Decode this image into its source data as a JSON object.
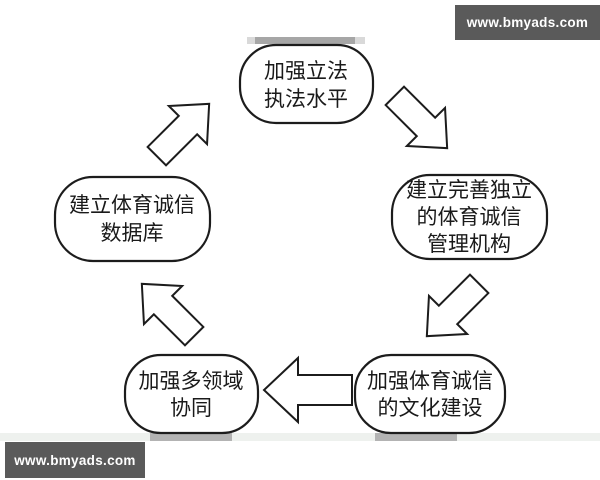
{
  "page": {
    "background": "#ffffff"
  },
  "watermarks": {
    "top_right": "www.bmyads.com",
    "bottom_left": "www.bmyads.com",
    "bg_color": "#5a5a5a",
    "text_color": "#ffffff"
  },
  "diagram": {
    "type": "cycle",
    "direction": "clockwise",
    "node_fill": "#ffffff",
    "node_stroke": "#1c1c1c",
    "nodes": [
      {
        "id": "legislation",
        "position": "top",
        "label": "加强立法执法水平",
        "lines": [
          "加强立法",
          "执法水平"
        ]
      },
      {
        "id": "management",
        "position": "right",
        "label": "建立完善独立的体育诚信管理机构",
        "lines": [
          "建立完善独立",
          "的体育诚信",
          "管理机构"
        ]
      },
      {
        "id": "culture",
        "position": "bottom-right",
        "label": "加强体育诚信的文化建设",
        "lines": [
          "加强体育诚信",
          "的文化建设"
        ]
      },
      {
        "id": "multidomain",
        "position": "bottom-left",
        "label": "加强多领域协同",
        "lines": [
          "加强多领域",
          "协同"
        ]
      },
      {
        "id": "database",
        "position": "left",
        "label": "建立体育诚信数据库",
        "lines": [
          "建立体育诚信",
          "数据库"
        ]
      }
    ],
    "edges": [
      {
        "from": "legislation",
        "to": "management",
        "arrow": "down-right"
      },
      {
        "from": "management",
        "to": "culture",
        "arrow": "down-left"
      },
      {
        "from": "culture",
        "to": "multidomain",
        "arrow": "left"
      },
      {
        "from": "multidomain",
        "to": "database",
        "arrow": "up-left"
      },
      {
        "from": "database",
        "to": "legislation",
        "arrow": "up-right"
      }
    ]
  }
}
